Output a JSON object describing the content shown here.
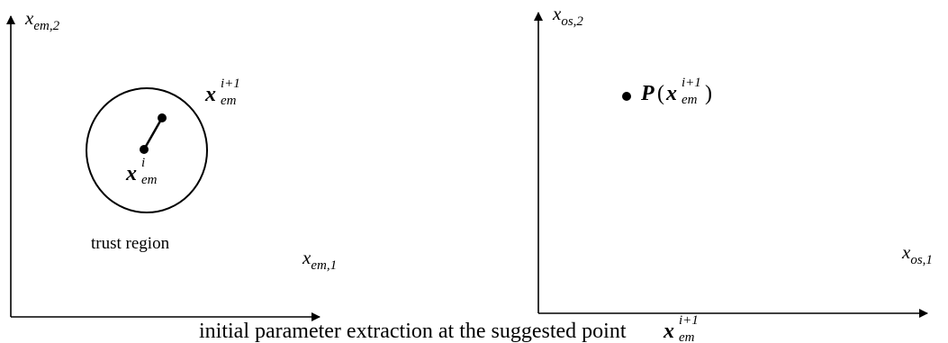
{
  "left_panel": {
    "y_axis": {
      "base": "x",
      "sub": "em,2"
    },
    "x_axis": {
      "base": "x",
      "sub": "em,1"
    },
    "point_current": {
      "base": "x",
      "sup": "i",
      "sub": "em"
    },
    "point_next": {
      "base": "x",
      "sup": "i+1",
      "sub": "em"
    },
    "region_label": "trust region"
  },
  "right_panel": {
    "y_axis": {
      "base": "x",
      "sub": "os,2"
    },
    "x_axis": {
      "base": "x",
      "sub": "os,1"
    },
    "point_label": {
      "func": "P",
      "open": "(",
      "base": "x",
      "sup": "i+1",
      "sub": "em",
      "close": ")"
    }
  },
  "caption": {
    "text": "initial parameter extraction at the suggested point ",
    "base": "x",
    "sup": "i+1",
    "sub": "em"
  }
}
